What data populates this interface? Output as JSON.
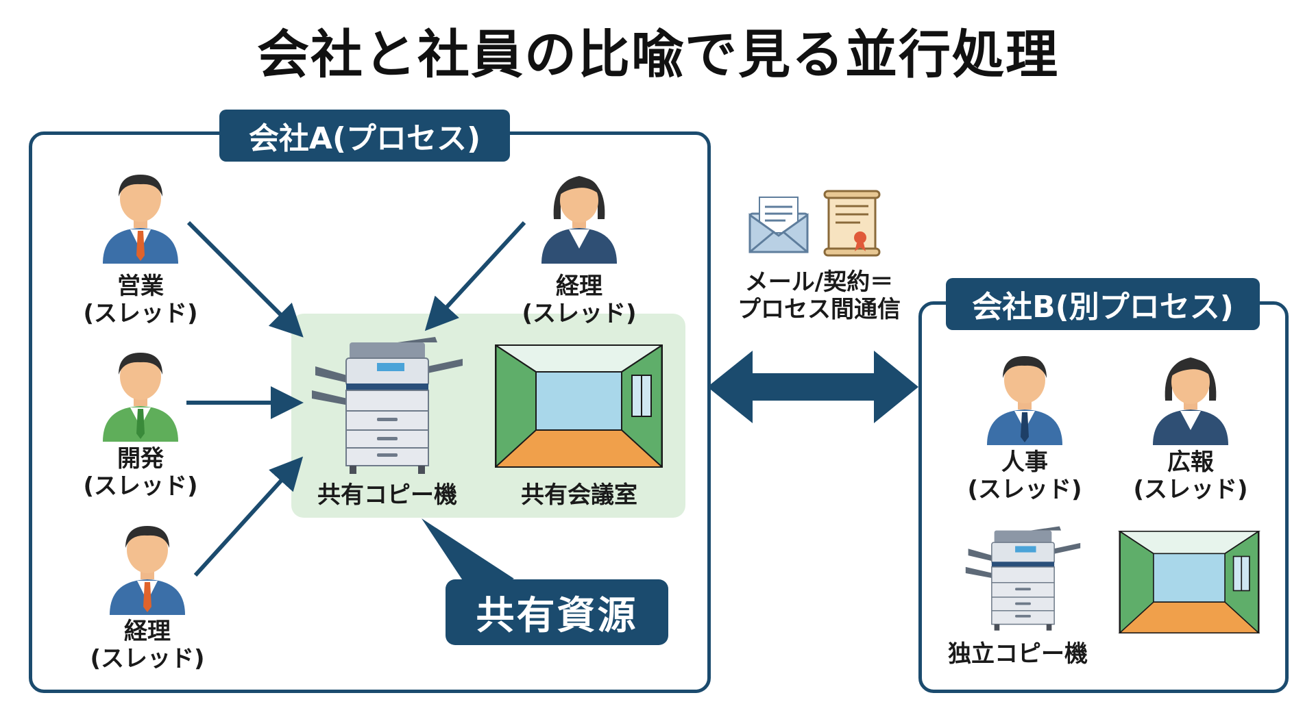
{
  "title": "会社と社員の比喩で見る並行処理",
  "company_a": {
    "label": "会社A(プロセス)",
    "employees": [
      {
        "role": "営業",
        "sub": "(スレッド)"
      },
      {
        "role": "開発",
        "sub": "(スレッド)"
      },
      {
        "role": "経理",
        "sub": "(スレッド)"
      },
      {
        "role": "経理",
        "sub": "(スレッド)"
      }
    ],
    "shared_copier": "共有コピー機",
    "shared_room": "共有会議室",
    "shared_resource_badge": "共有資源"
  },
  "communication": {
    "line1": "メール/契約＝",
    "line2": "プロセス間通信"
  },
  "company_b": {
    "label": "会社B(別プロセス)",
    "employees": [
      {
        "role": "人事",
        "sub": "(スレッド)"
      },
      {
        "role": "広報",
        "sub": "(スレッド)"
      }
    ],
    "independent_copier": "独立コピー機"
  },
  "colors": {
    "navy": "#1b4b6e",
    "shared_green": "#deefdd",
    "room_green": "#5fae6a",
    "room_floor": "#f0a04b",
    "room_wall": "#a9d7ea"
  }
}
